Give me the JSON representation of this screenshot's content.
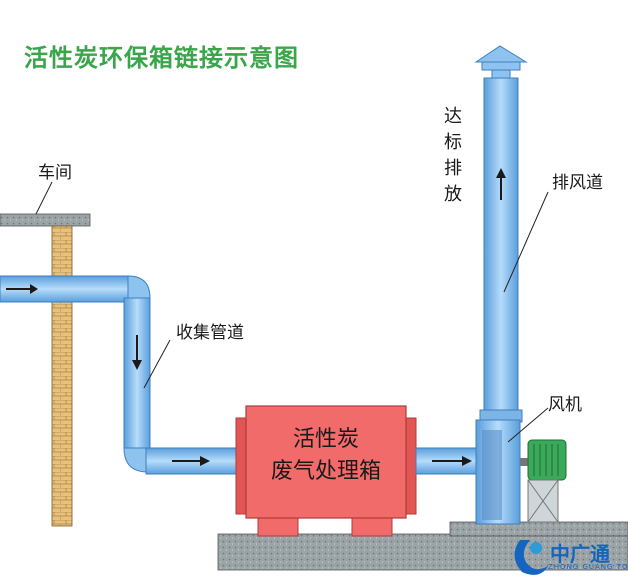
{
  "diagram": {
    "title": "活性炭环保箱链接示意图",
    "labels": {
      "workshop": "车间",
      "collection_pipe": "收集管道",
      "box_line1": "活性炭",
      "box_line2": "废气处理箱",
      "fan": "风机",
      "exhaust_duct": "排风道",
      "discharge": [
        "达",
        "标",
        "排",
        "放"
      ]
    },
    "colors": {
      "pipe": "#8ec3f0",
      "pipe_edge": "#4a8fd0",
      "box": "#f26b6b",
      "fan_motor": "#3aaa5a",
      "title": "#3aa64a"
    }
  },
  "watermark": {
    "logo_text": "中广通",
    "logo_sub": "ZHONG GUANG TONG"
  }
}
